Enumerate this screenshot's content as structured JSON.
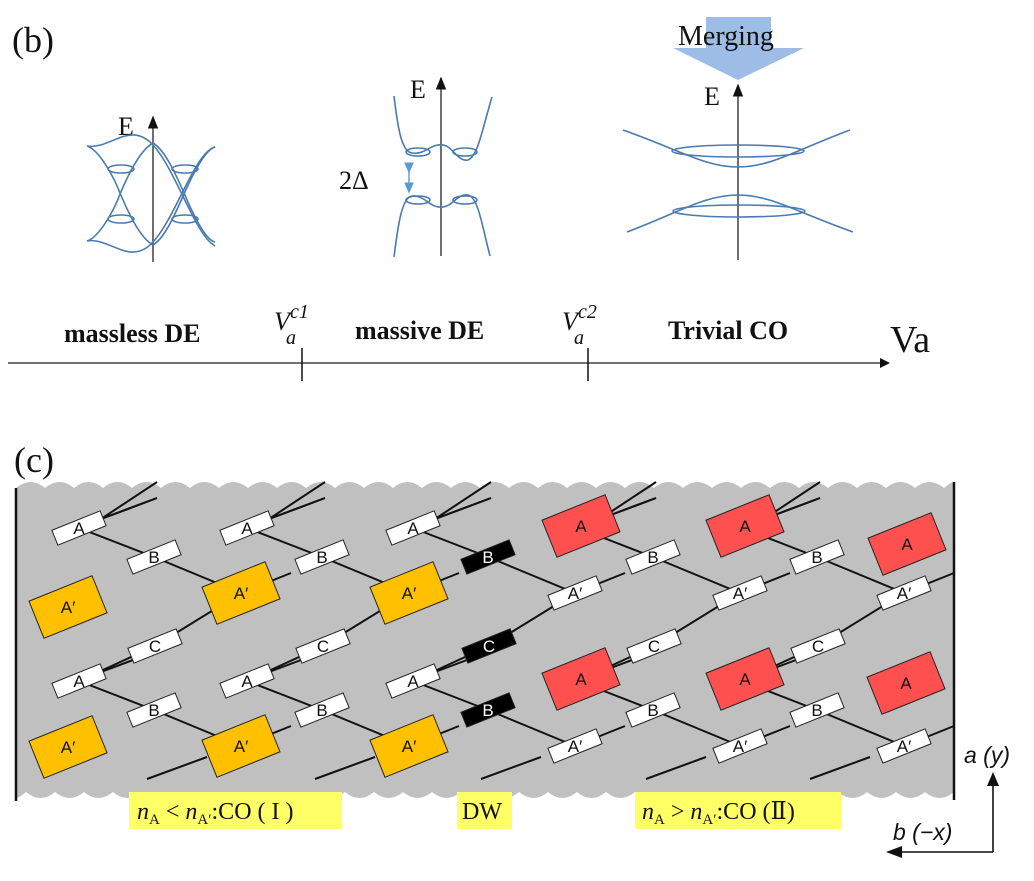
{
  "panel_b": {
    "label": "(b)",
    "energy_axis_label": "E",
    "gap_label": "2Δ",
    "merging_label": "Merging",
    "band_color": "#4a7ab0",
    "merging_arrow_color": "#9dbde6",
    "gap_arrow_color": "#5b9bd5",
    "phase_axis": {
      "axis_label": "Va",
      "phases": [
        "massless DE",
        "massive DE",
        "Trivial CO"
      ],
      "critical_points": [
        {
          "base": "V",
          "sub": "a",
          "sup": "c1"
        },
        {
          "base": "V",
          "sub": "a",
          "sup": "c2"
        }
      ]
    }
  },
  "panel_c": {
    "label": "(c)",
    "background_color": "#c0c0c0",
    "colors": {
      "A_prime_rich": "#ffc000",
      "A_rich": "#ff5050",
      "domain_wall": "#000000",
      "neutral": "#ffffff",
      "caption_bg": "#ffff66"
    },
    "site_labels": {
      "A": "A",
      "A_prime": "A′",
      "B": "B",
      "C": "C"
    },
    "regions": [
      {
        "name": "CO (I)",
        "caption_lhs": "n",
        "caption_sub1": "A",
        "caption_rel": " < ",
        "caption_sub2": "A′",
        "caption_rhs": ":CO ( I )"
      },
      {
        "name": "DW",
        "caption": "DW"
      },
      {
        "name": "CO (II)",
        "caption_lhs": "n",
        "caption_sub1": "A",
        "caption_rel": " > ",
        "caption_sub2": "A′",
        "caption_rhs": ":CO (Ⅱ)"
      }
    ],
    "axes": {
      "vertical": "a (y)",
      "horizontal": "b (−x)"
    }
  }
}
